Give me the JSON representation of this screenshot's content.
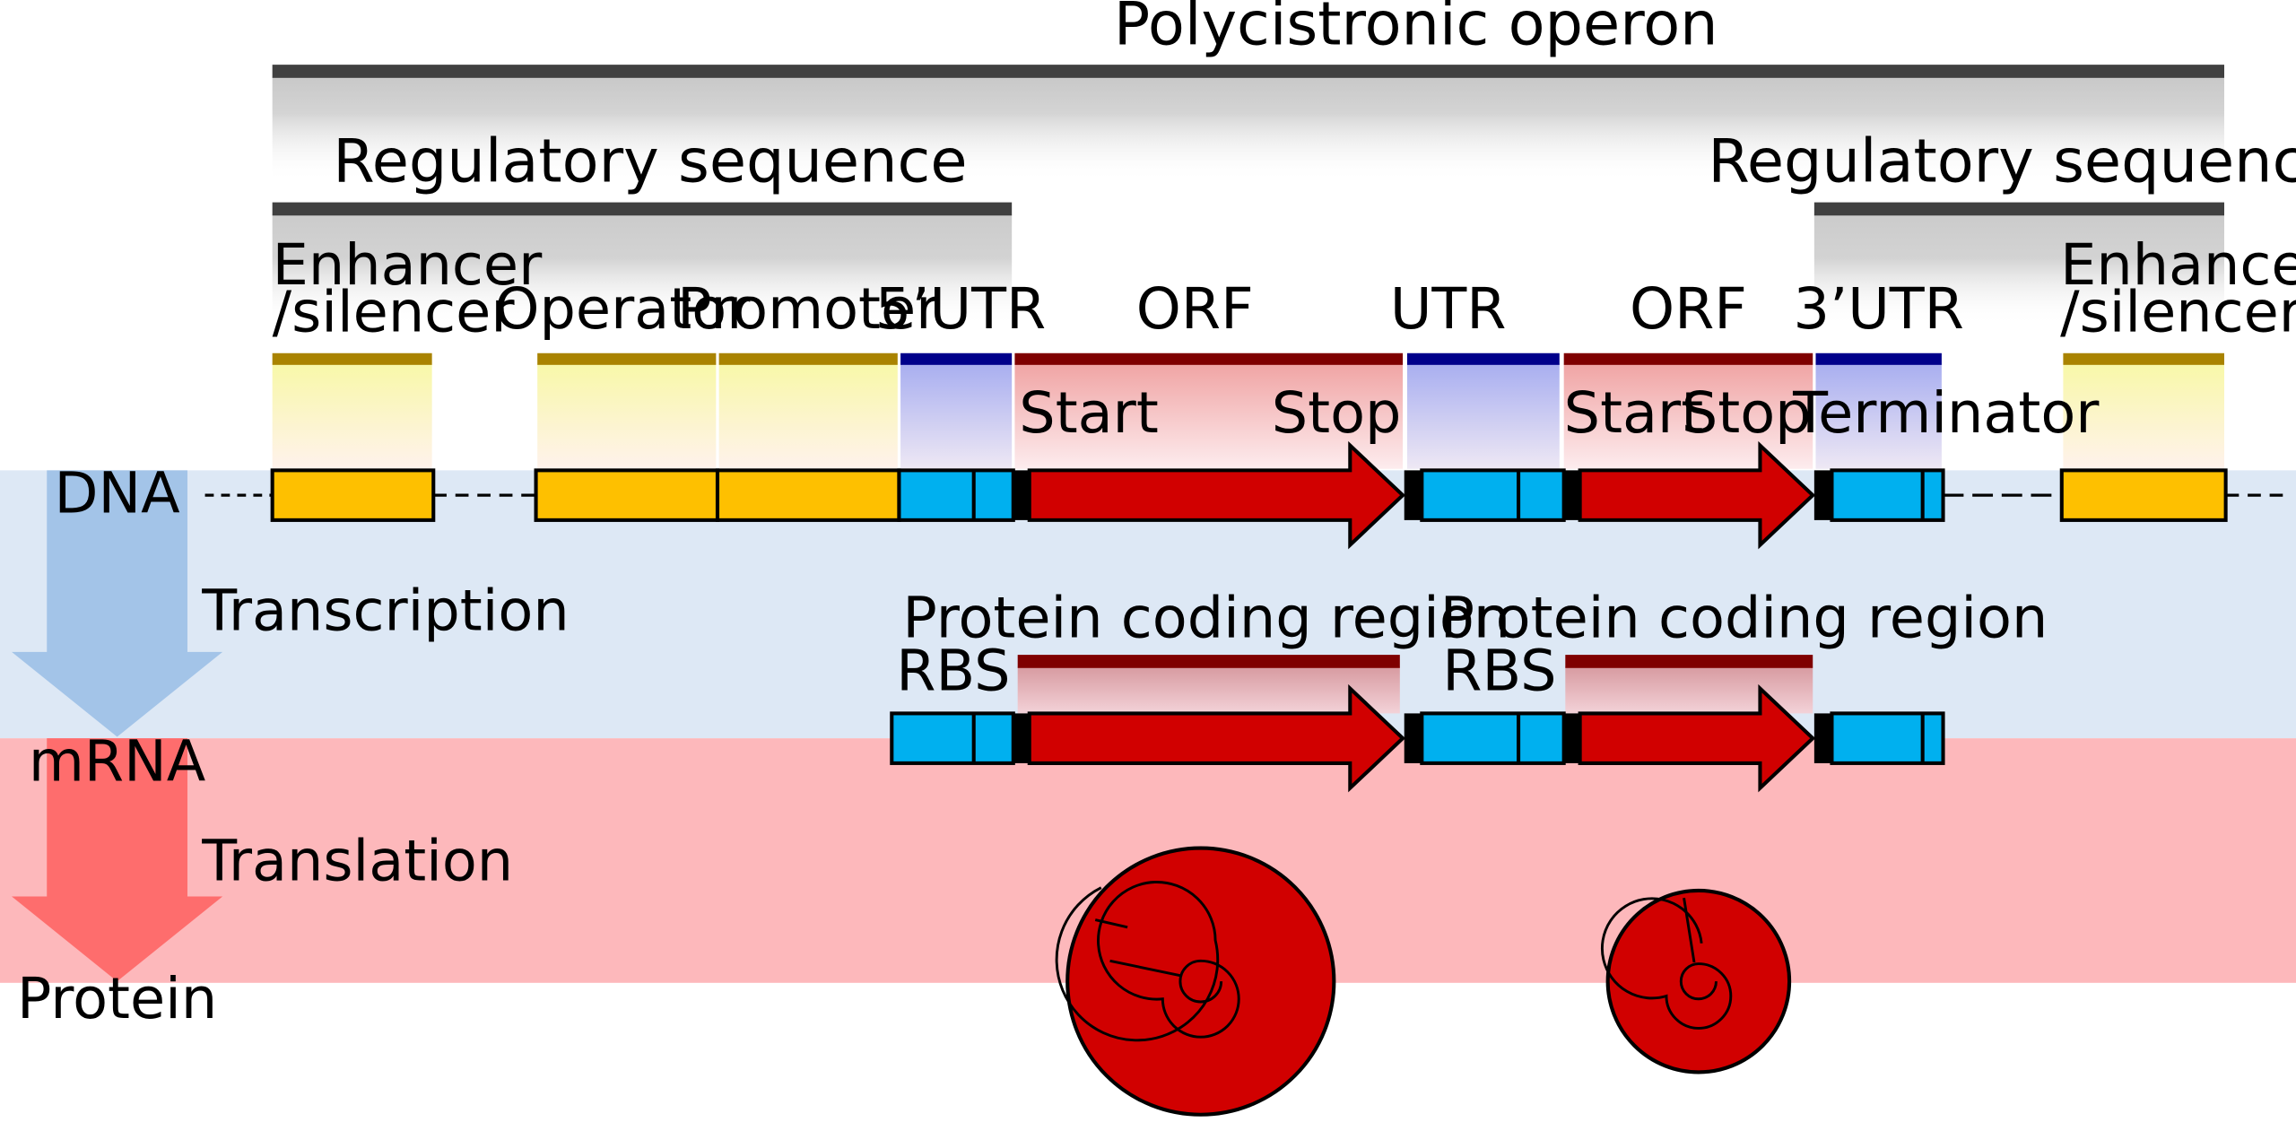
{
  "labels": {
    "operon": "Polycistronic operon",
    "regulatory_left": "Regulatory sequence",
    "regulatory_right": "Regulatory sequence",
    "enhancer_left_line1": "Enhancer",
    "enhancer_left_line2": "/silencer",
    "enhancer_right_line1": "Enhancer",
    "enhancer_right_line2": "/silencer",
    "operator": "Operator",
    "promoter": "Promoter",
    "utr5": "5’UTR",
    "orf1": "ORF",
    "utr_mid": "UTR",
    "orf2": "ORF",
    "utr3": "3’UTR",
    "start1": "Start",
    "stop1": "Stop",
    "start2": "Start",
    "stop2": "Stop",
    "terminator": "Terminator",
    "dna": "DNA",
    "transcription": "Transcription",
    "mrna": "mRNA",
    "translation": "Translation",
    "protein": "Protein",
    "pcr1": "Protein coding region",
    "pcr2": "Protein coding region",
    "rbs1": "RBS",
    "rbs2": "RBS"
  },
  "colors": {
    "dna_band": "#dde8f5",
    "mrna_band": "#fdb8bb",
    "regulatory": "#fec000",
    "utr": "#00b0ef",
    "orf": "#d10000",
    "codon": "#000000",
    "bracket_bar": "#404040",
    "regulatory_bar": "#a98300",
    "utr_bar": "#00008b",
    "orf_bar": "#7f0000",
    "transcription_arrow": "#a3c4e8",
    "translation_arrow": "#fe6d6d",
    "protein": "#d10000"
  }
}
